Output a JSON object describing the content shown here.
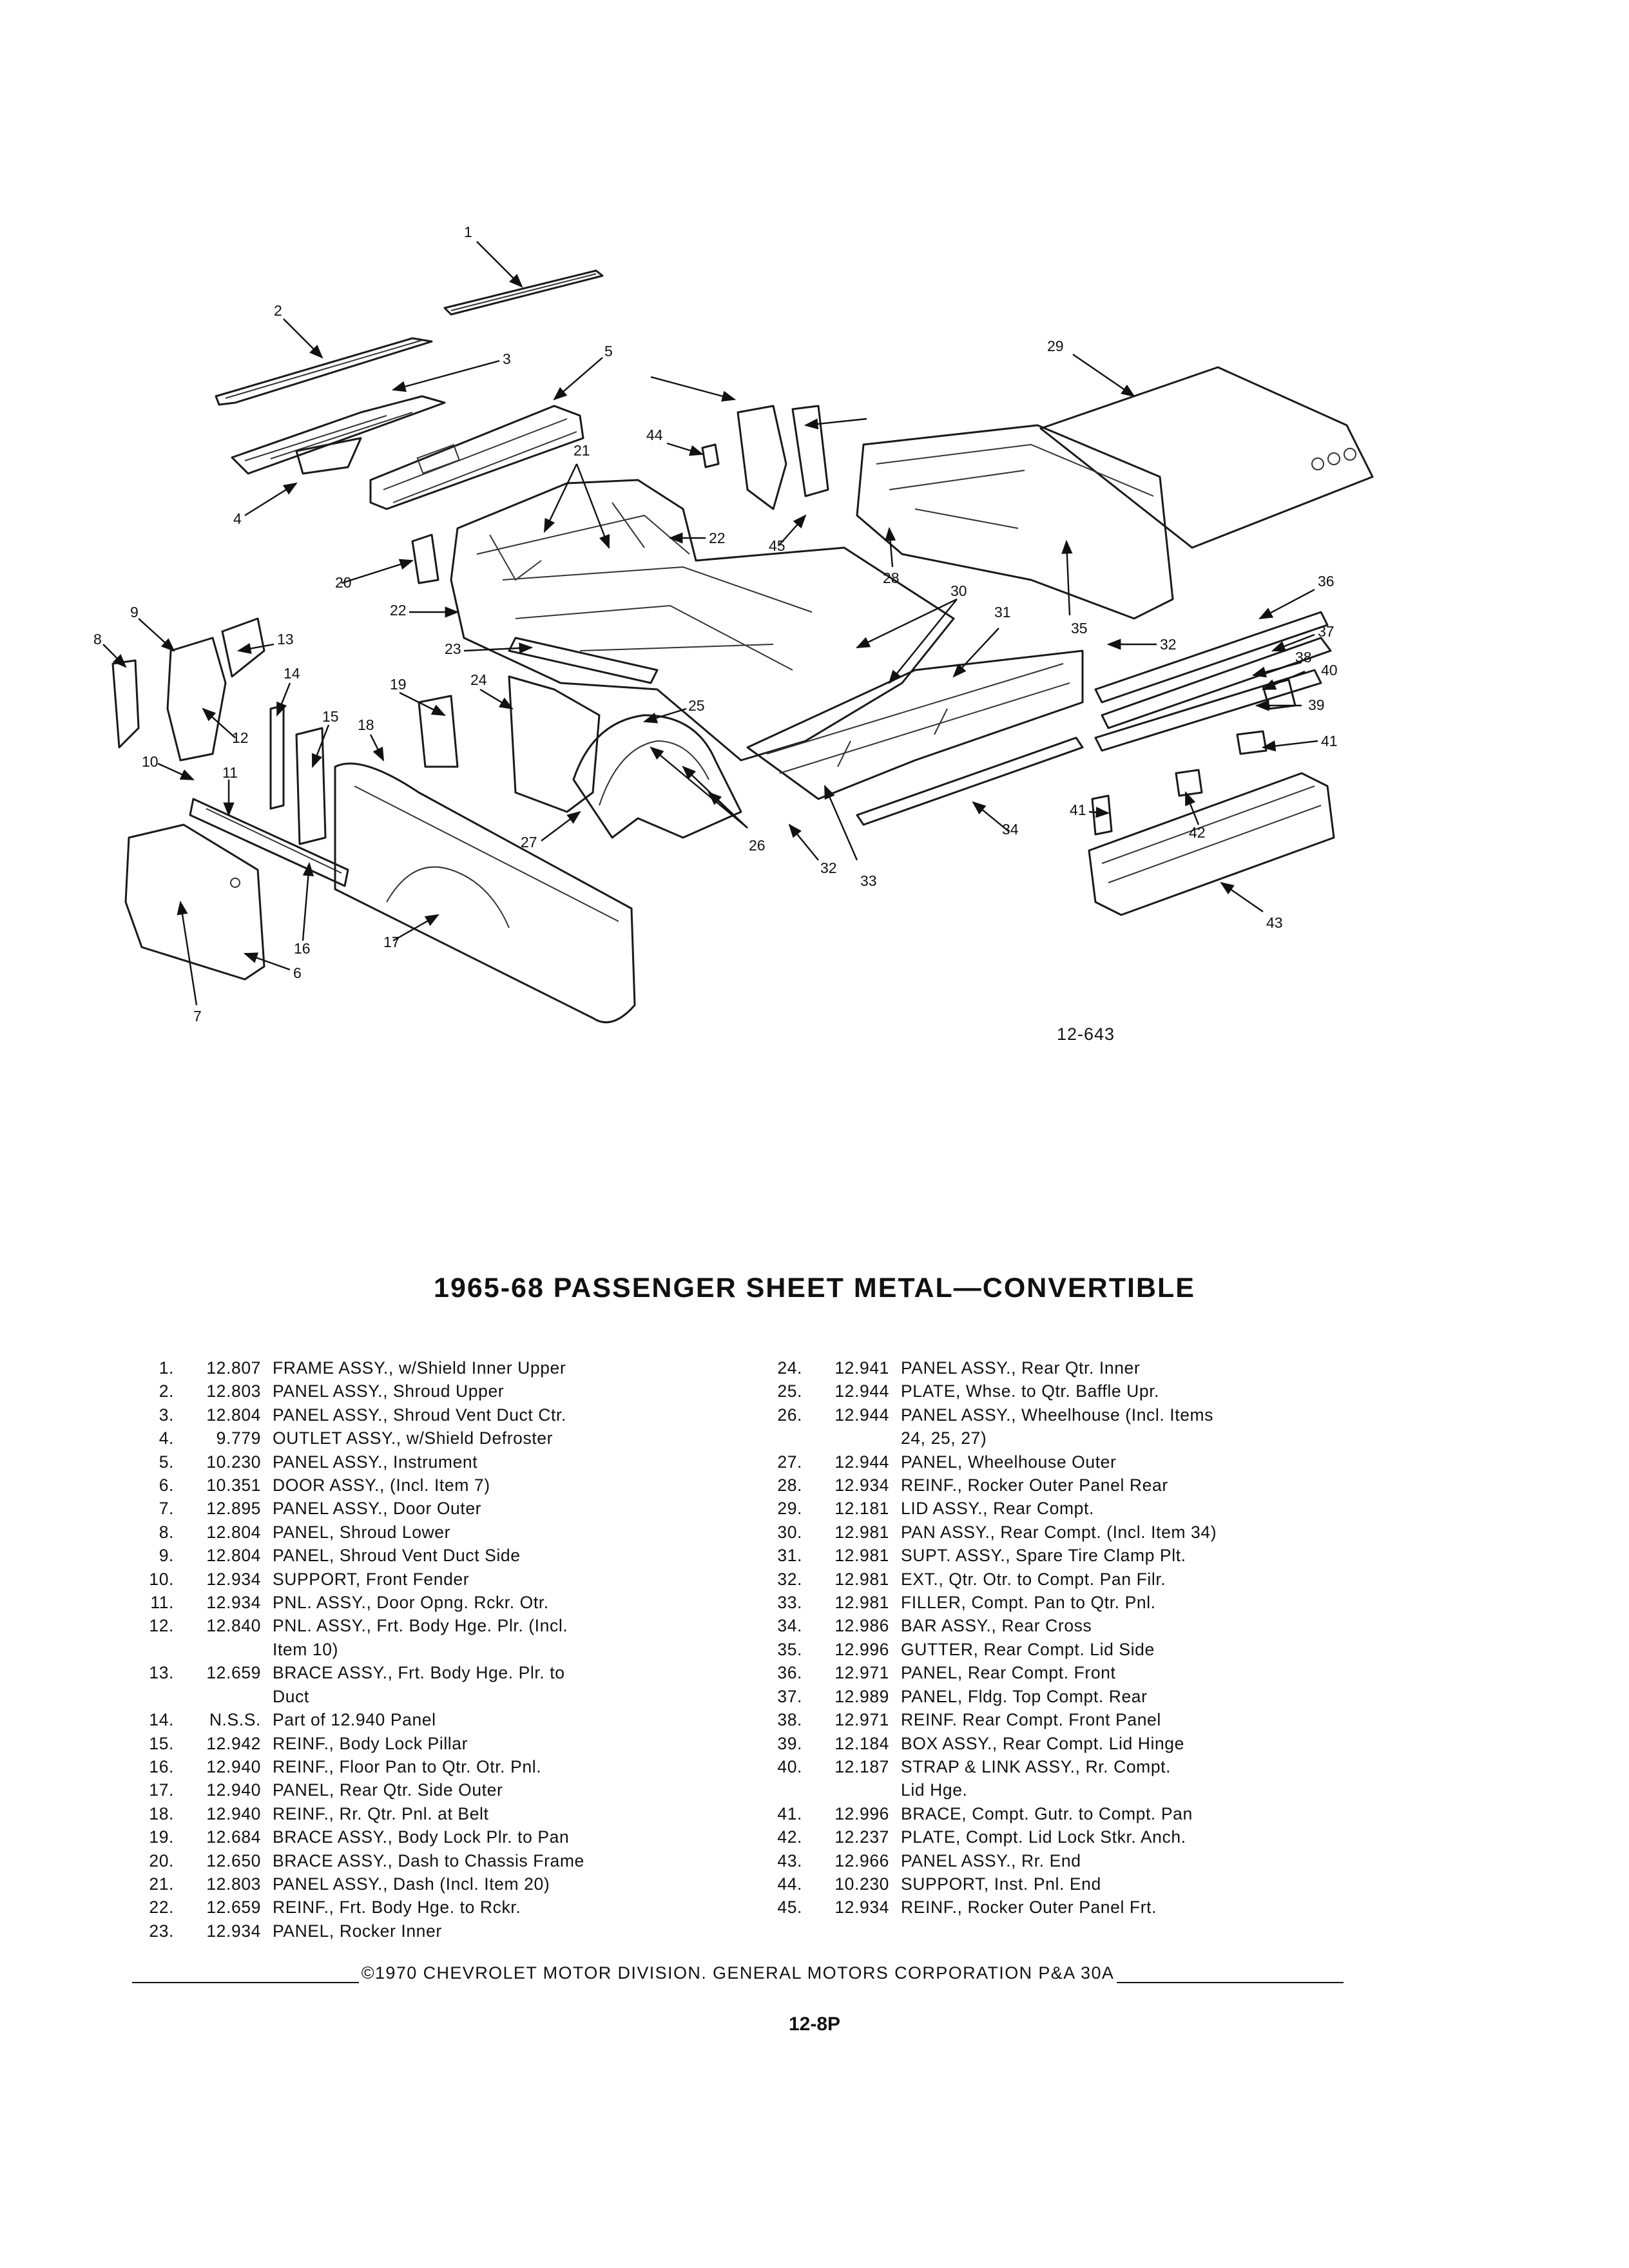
{
  "title": "1965-68 PASSENGER SHEET METAL—CONVERTIBLE",
  "figure_number": "12-643",
  "callouts": [
    "1",
    "2",
    "3",
    "4",
    "5",
    "6",
    "7",
    "8",
    "9",
    "10",
    "11",
    "12",
    "13",
    "14",
    "15",
    "16",
    "17",
    "18",
    "19",
    "20",
    "21",
    "22",
    "23",
    "24",
    "25",
    "26",
    "27",
    "28",
    "29",
    "30",
    "31",
    "32",
    "33",
    "34",
    "35",
    "36",
    "37",
    "38",
    "39",
    "40",
    "41",
    "42",
    "43",
    "44",
    "45"
  ],
  "parts_left": [
    {
      "num": "1.",
      "code": "12.807",
      "desc": "FRAME ASSY., w/Shield Inner Upper"
    },
    {
      "num": "2.",
      "code": "12.803",
      "desc": "PANEL ASSY., Shroud Upper"
    },
    {
      "num": "3.",
      "code": "12.804",
      "desc": "PANEL ASSY., Shroud Vent Duct Ctr."
    },
    {
      "num": "4.",
      "code": "9.779",
      "desc": "OUTLET ASSY., w/Shield Defroster"
    },
    {
      "num": "5.",
      "code": "10.230",
      "desc": "PANEL ASSY., Instrument"
    },
    {
      "num": "6.",
      "code": "10.351",
      "desc": "DOOR ASSY., (Incl. Item 7)"
    },
    {
      "num": "7.",
      "code": "12.895",
      "desc": "PANEL ASSY., Door Outer"
    },
    {
      "num": "8.",
      "code": "12.804",
      "desc": "PANEL, Shroud Lower"
    },
    {
      "num": "9.",
      "code": "12.804",
      "desc": "PANEL, Shroud Vent Duct Side"
    },
    {
      "num": "10.",
      "code": "12.934",
      "desc": "SUPPORT, Front Fender"
    },
    {
      "num": "11.",
      "code": "12.934",
      "desc": "PNL. ASSY., Door Opng. Rckr. Otr."
    },
    {
      "num": "12.",
      "code": "12.840",
      "desc": "PNL. ASSY., Frt. Body Hge. Plr. (Incl."
    },
    {
      "num": "",
      "code": "",
      "desc": "Item 10)"
    },
    {
      "num": "13.",
      "code": "12.659",
      "desc": "BRACE ASSY., Frt. Body Hge. Plr. to"
    },
    {
      "num": "",
      "code": "",
      "desc": "Duct"
    },
    {
      "num": "14.",
      "code": "N.S.S.",
      "desc": "Part of 12.940 Panel"
    },
    {
      "num": "15.",
      "code": "12.942",
      "desc": "REINF., Body Lock Pillar"
    },
    {
      "num": "16.",
      "code": "12.940",
      "desc": "REINF., Floor Pan to Qtr. Otr. Pnl."
    },
    {
      "num": "17.",
      "code": "12.940",
      "desc": "PANEL, Rear Qtr. Side Outer"
    },
    {
      "num": "18.",
      "code": "12.940",
      "desc": "REINF., Rr. Qtr. Pnl. at Belt"
    },
    {
      "num": "19.",
      "code": "12.684",
      "desc": "BRACE ASSY., Body Lock Plr. to Pan"
    },
    {
      "num": "20.",
      "code": "12.650",
      "desc": "BRACE ASSY., Dash to Chassis Frame"
    },
    {
      "num": "21.",
      "code": "12.803",
      "desc": "PANEL ASSY., Dash (Incl. Item 20)"
    },
    {
      "num": "22.",
      "code": "12.659",
      "desc": "REINF., Frt. Body Hge. to Rckr."
    },
    {
      "num": "23.",
      "code": "12.934",
      "desc": "PANEL, Rocker Inner"
    }
  ],
  "parts_right": [
    {
      "num": "24.",
      "code": "12.941",
      "desc": "PANEL ASSY., Rear Qtr. Inner"
    },
    {
      "num": "25.",
      "code": "12.944",
      "desc": "PLATE, Whse. to Qtr. Baffle Upr."
    },
    {
      "num": "26.",
      "code": "12.944",
      "desc": "PANEL ASSY., Wheelhouse (Incl. Items"
    },
    {
      "num": "",
      "code": "",
      "desc": "24, 25, 27)"
    },
    {
      "num": "27.",
      "code": "12.944",
      "desc": "PANEL, Wheelhouse Outer"
    },
    {
      "num": "28.",
      "code": "12.934",
      "desc": "REINF., Rocker Outer Panel Rear"
    },
    {
      "num": "29.",
      "code": "12.181",
      "desc": "LID ASSY., Rear Compt."
    },
    {
      "num": "30.",
      "code": "12.981",
      "desc": "PAN ASSY., Rear Compt. (Incl. Item 34)"
    },
    {
      "num": "31.",
      "code": "12.981",
      "desc": "SUPT. ASSY., Spare Tire Clamp Plt."
    },
    {
      "num": "32.",
      "code": "12.981",
      "desc": "EXT., Qtr. Otr. to Compt. Pan Filr."
    },
    {
      "num": "33.",
      "code": "12.981",
      "desc": "FILLER, Compt. Pan to Qtr. Pnl."
    },
    {
      "num": "34.",
      "code": "12.986",
      "desc": "BAR ASSY., Rear Cross"
    },
    {
      "num": "35.",
      "code": "12.996",
      "desc": "GUTTER, Rear Compt. Lid Side"
    },
    {
      "num": "36.",
      "code": "12.971",
      "desc": "PANEL, Rear Compt. Front"
    },
    {
      "num": "37.",
      "code": "12.989",
      "desc": "PANEL, Fldg. Top Compt. Rear"
    },
    {
      "num": "38.",
      "code": "12.971",
      "desc": "REINF. Rear Compt. Front Panel"
    },
    {
      "num": "39.",
      "code": "12.184",
      "desc": "BOX ASSY., Rear Compt. Lid Hinge"
    },
    {
      "num": "40.",
      "code": "12.187",
      "desc": "STRAP & LINK ASSY., Rr. Compt."
    },
    {
      "num": "",
      "code": "",
      "desc": "Lid Hge."
    },
    {
      "num": "41.",
      "code": "12.996",
      "desc": "BRACE, Compt. Gutr. to Compt. Pan"
    },
    {
      "num": "42.",
      "code": "12.237",
      "desc": "PLATE, Compt. Lid Lock Stkr. Anch."
    },
    {
      "num": "43.",
      "code": "12.966",
      "desc": "PANEL ASSY., Rr. End"
    },
    {
      "num": "44.",
      "code": "10.230",
      "desc": "SUPPORT, Inst. Pnl. End"
    },
    {
      "num": "45.",
      "code": "12.934",
      "desc": "REINF., Rocker Outer Panel Frt."
    }
  ],
  "footer": "©1970 CHEVROLET MOTOR DIVISION. GENERAL MOTORS CORPORATION   P&A 30A",
  "page_number": "12-8P"
}
